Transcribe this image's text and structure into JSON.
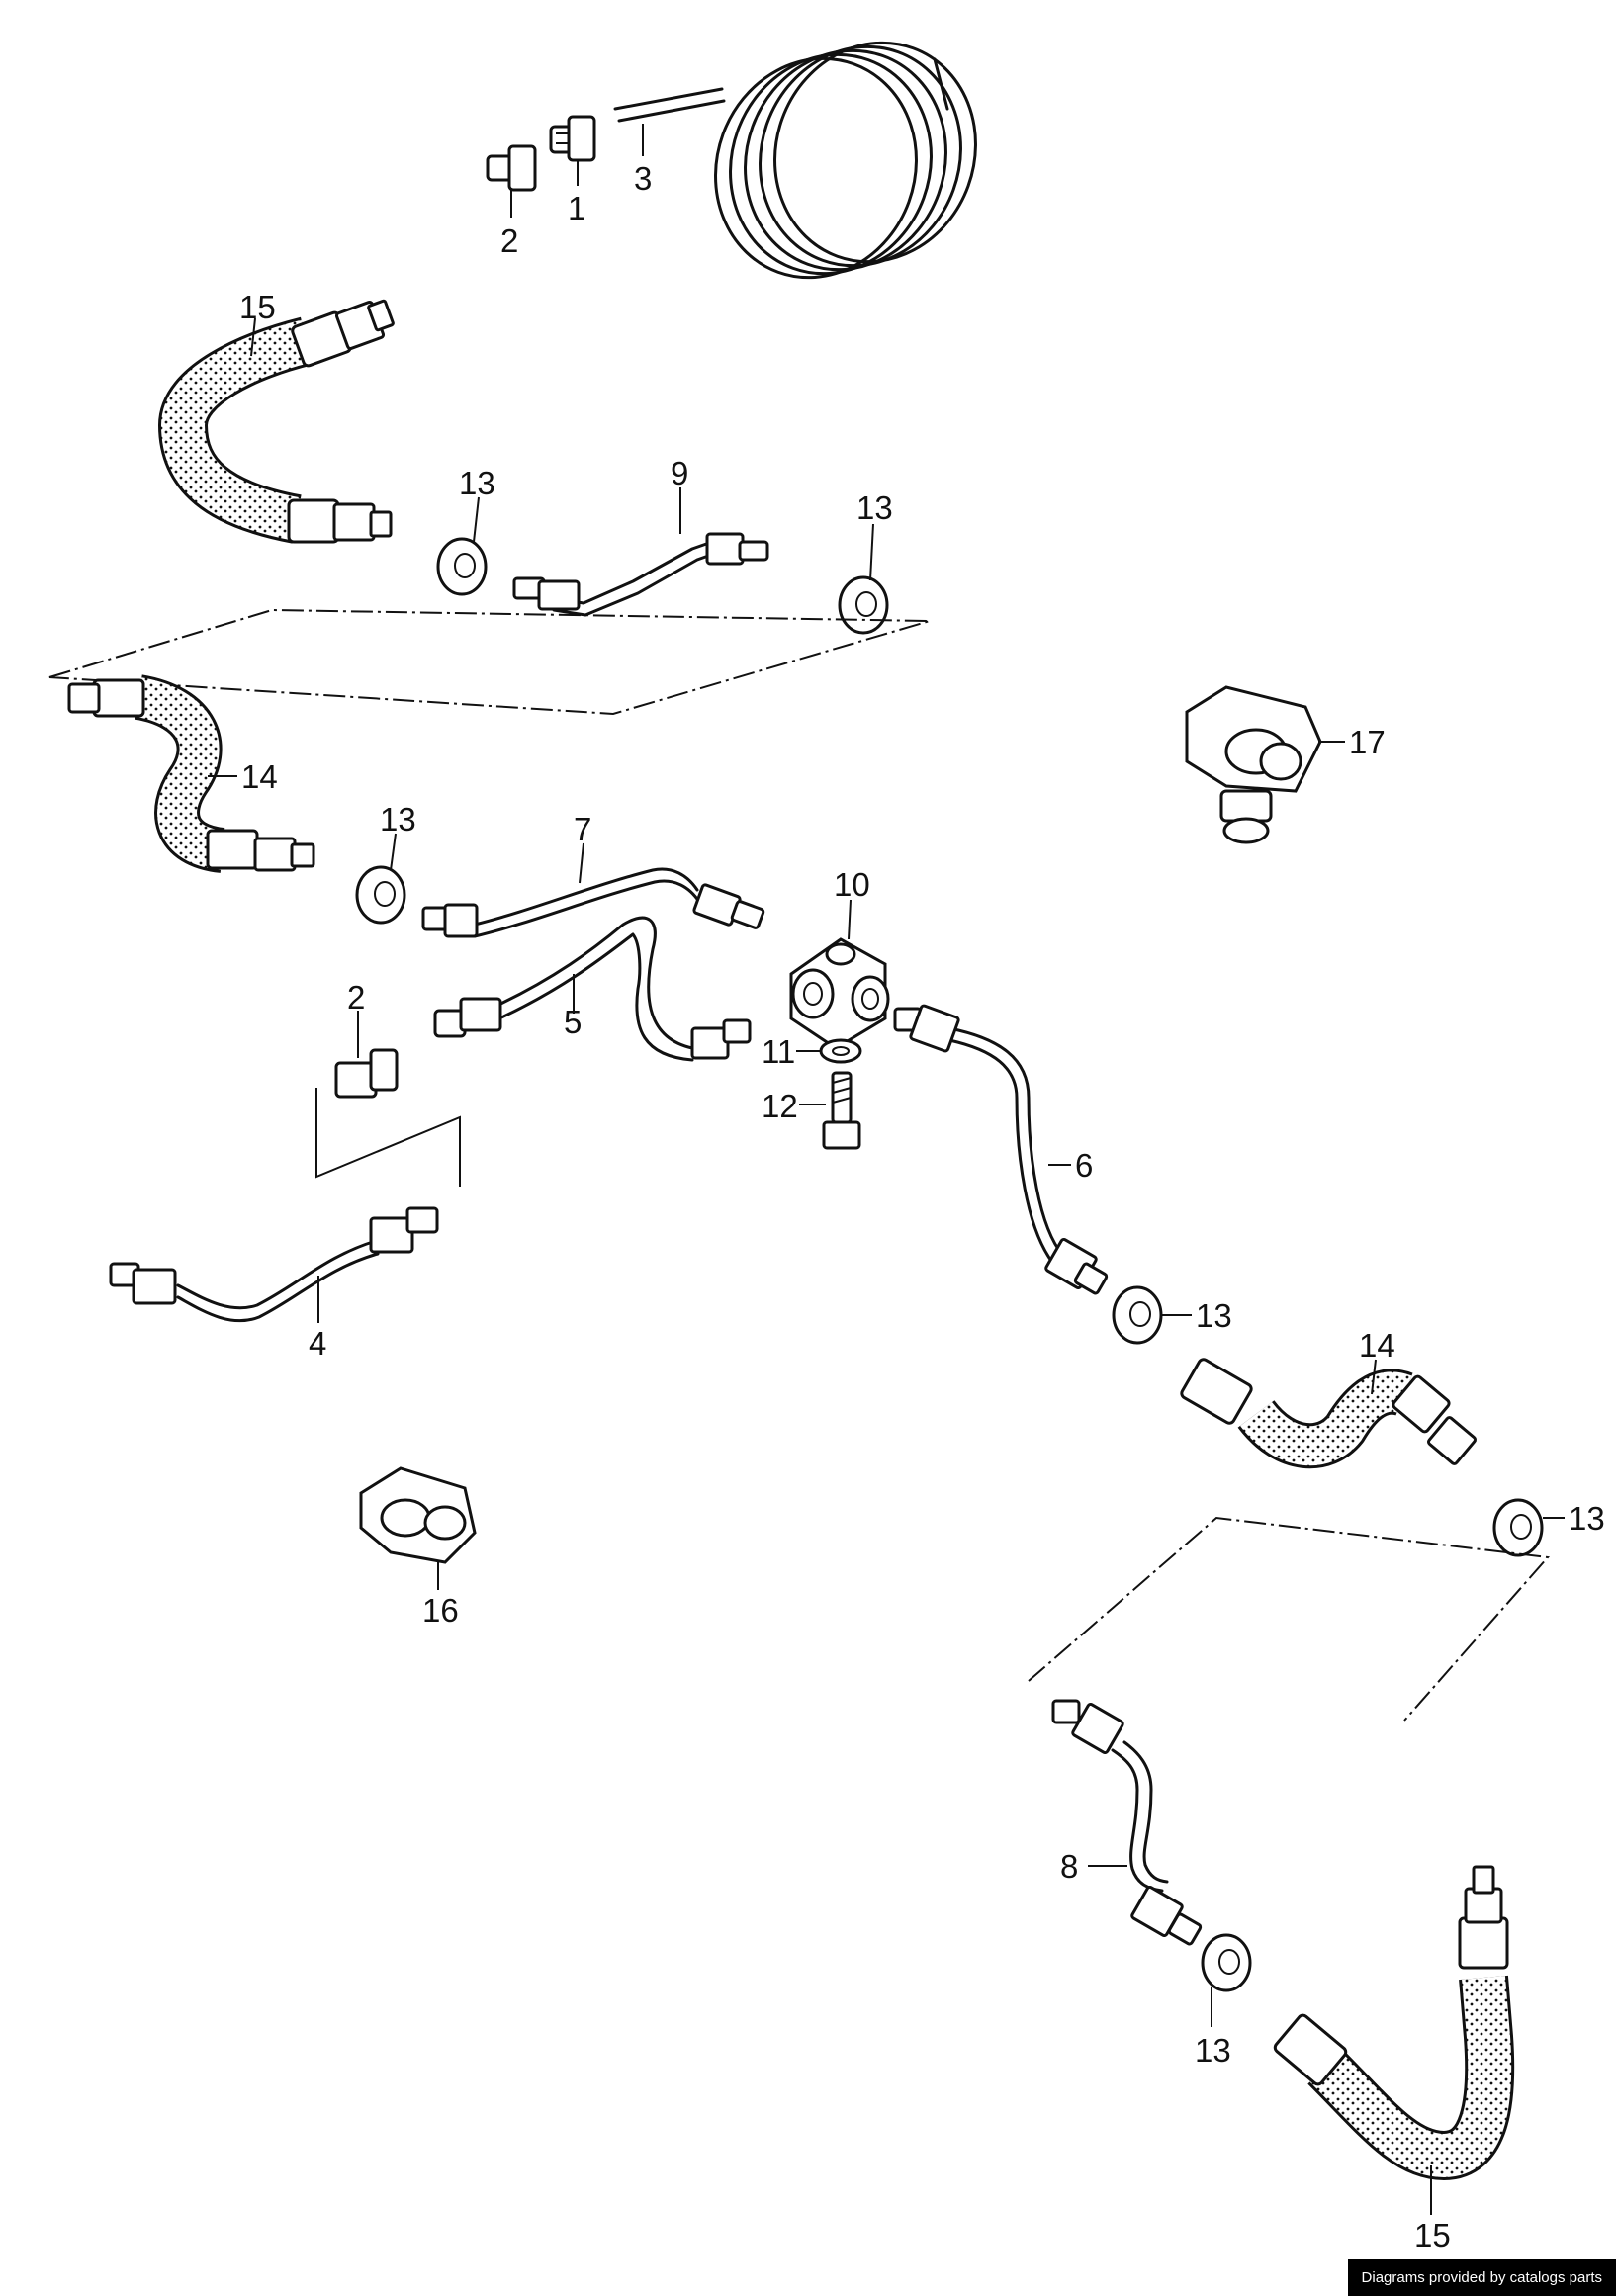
{
  "credit": "Diagrams provided by catalogs parts",
  "callouts": [
    {
      "id": "c1",
      "text": "1"
    },
    {
      "id": "c2a",
      "text": "2"
    },
    {
      "id": "c3",
      "text": "3"
    },
    {
      "id": "c15a",
      "text": "15"
    },
    {
      "id": "c13a",
      "text": "13"
    },
    {
      "id": "c9",
      "text": "9"
    },
    {
      "id": "c13b",
      "text": "13"
    },
    {
      "id": "c14a",
      "text": "14"
    },
    {
      "id": "c13c",
      "text": "13"
    },
    {
      "id": "c7",
      "text": "7"
    },
    {
      "id": "c10",
      "text": "10"
    },
    {
      "id": "c17",
      "text": "17"
    },
    {
      "id": "c2b",
      "text": "2"
    },
    {
      "id": "c5",
      "text": "5"
    },
    {
      "id": "c11",
      "text": "11"
    },
    {
      "id": "c12",
      "text": "12"
    },
    {
      "id": "c6",
      "text": "6"
    },
    {
      "id": "c4",
      "text": "4"
    },
    {
      "id": "c13d",
      "text": "13"
    },
    {
      "id": "c14b",
      "text": "14"
    },
    {
      "id": "c13e",
      "text": "13"
    },
    {
      "id": "c16",
      "text": "16"
    },
    {
      "id": "c8",
      "text": "8"
    },
    {
      "id": "c13f",
      "text": "13"
    },
    {
      "id": "c15b",
      "text": "15"
    }
  ]
}
